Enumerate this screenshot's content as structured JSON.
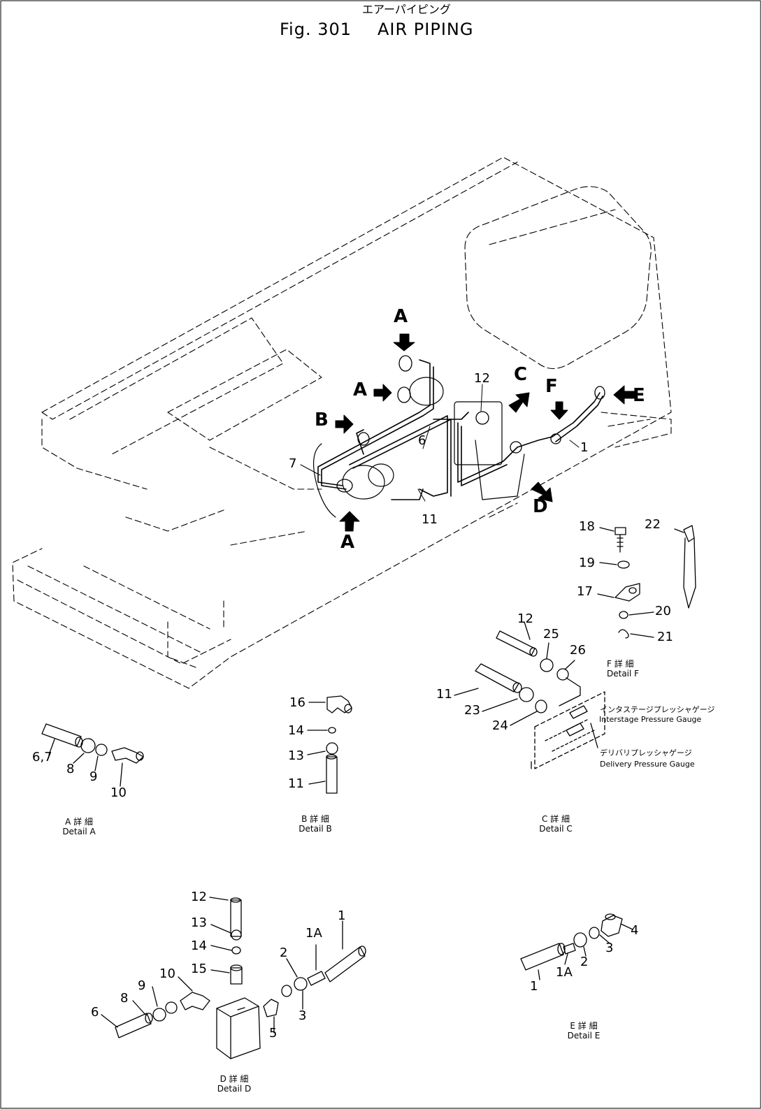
{
  "header": {
    "title_jp": "エアーパイピング",
    "fig_label": "Fig. 301",
    "title_en": "AIR  PIPING"
  },
  "callouts": {
    "a_top": "A",
    "a_mid": "A",
    "a_bottom": "A",
    "b": "B",
    "c": "C",
    "d": "D",
    "e": "E",
    "f": "F"
  },
  "main_parts": {
    "p1": "1",
    "p6": "6",
    "p7": "7",
    "p11": "11",
    "p12": "12"
  },
  "detail_a": {
    "labels": [
      "6,7",
      "8",
      "9",
      "10"
    ],
    "caption_jp": "A 詳 細",
    "caption_en": "Detail A"
  },
  "detail_b": {
    "labels": [
      "16",
      "14",
      "13",
      "11"
    ],
    "caption_jp": "B 詳 細",
    "caption_en": "Detail B"
  },
  "detail_c": {
    "labels": [
      "12",
      "25",
      "26",
      "11",
      "23",
      "24"
    ],
    "gauge1_jp": "インタステージプレッシャゲージ",
    "gauge1_en": "Interstage Pressure Gauge",
    "gauge2_jp": "デリバリプレッシャゲージ",
    "gauge2_en": "Delivery Pressure Gauge",
    "caption_jp": "C 詳 細",
    "caption_en": "Detail C"
  },
  "detail_f": {
    "labels": [
      "18",
      "22",
      "19",
      "17",
      "20",
      "21"
    ],
    "caption_jp": "F 詳 細",
    "caption_en": "Detail F"
  },
  "detail_d": {
    "labels": [
      "12",
      "13",
      "14",
      "15",
      "10",
      "9",
      "8",
      "6",
      "5",
      "3",
      "2",
      "1A",
      "1"
    ],
    "caption_jp": "D 詳 細",
    "caption_en": "Detail D"
  },
  "detail_e": {
    "labels": [
      "4",
      "3",
      "2",
      "1A",
      "1"
    ],
    "caption_jp": "E 詳 細",
    "caption_en": "Detail E"
  }
}
